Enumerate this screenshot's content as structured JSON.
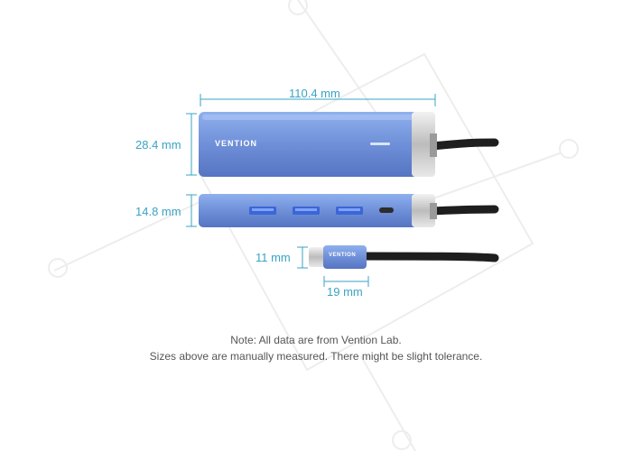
{
  "dimensions": {
    "length": "110.4 mm",
    "height": "28.4 mm",
    "thickness": "14.8 mm",
    "plug_thickness": "11 mm",
    "plug_width": "19 mm"
  },
  "brand": {
    "hub_logo": "VENTION",
    "plug_logo": "VENTION"
  },
  "notes": {
    "line1": "Note: All data are from Vention Lab.",
    "line2": "Sizes above are manually measured. There might be slight tolerance."
  },
  "colors": {
    "hub_blue": "#6f8fd8",
    "dimension": "#3aa3c4",
    "cable": "#1e1e1e"
  }
}
